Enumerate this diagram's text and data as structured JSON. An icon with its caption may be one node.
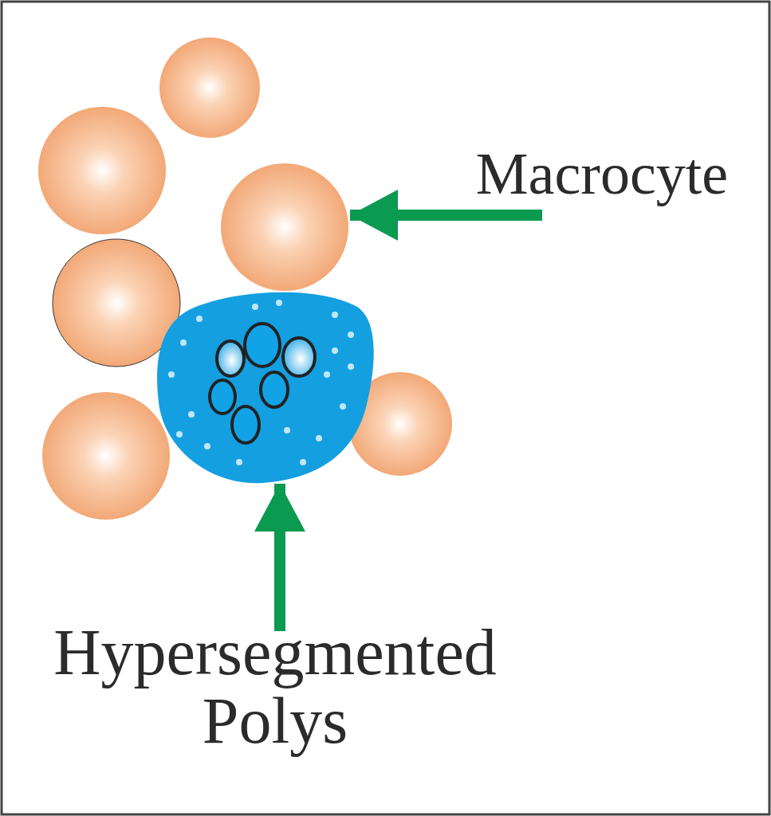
{
  "diagram": {
    "nodes": [
      {
        "text": [
          "Macrocyte"
        ]
      },
      {
        "text": [],
        "shape": "circle"
      },
      {
        "text": [
          "Hypersegmented Polys"
        ]
      },
      {
        "text": [],
        "shape": "cloud"
      }
    ],
    "edges": [
      {
        "from": 0,
        "to": 1,
        "arrow": "to"
      },
      {
        "from": 2,
        "to": 3,
        "arrow": "to"
      }
    ]
  }
}
